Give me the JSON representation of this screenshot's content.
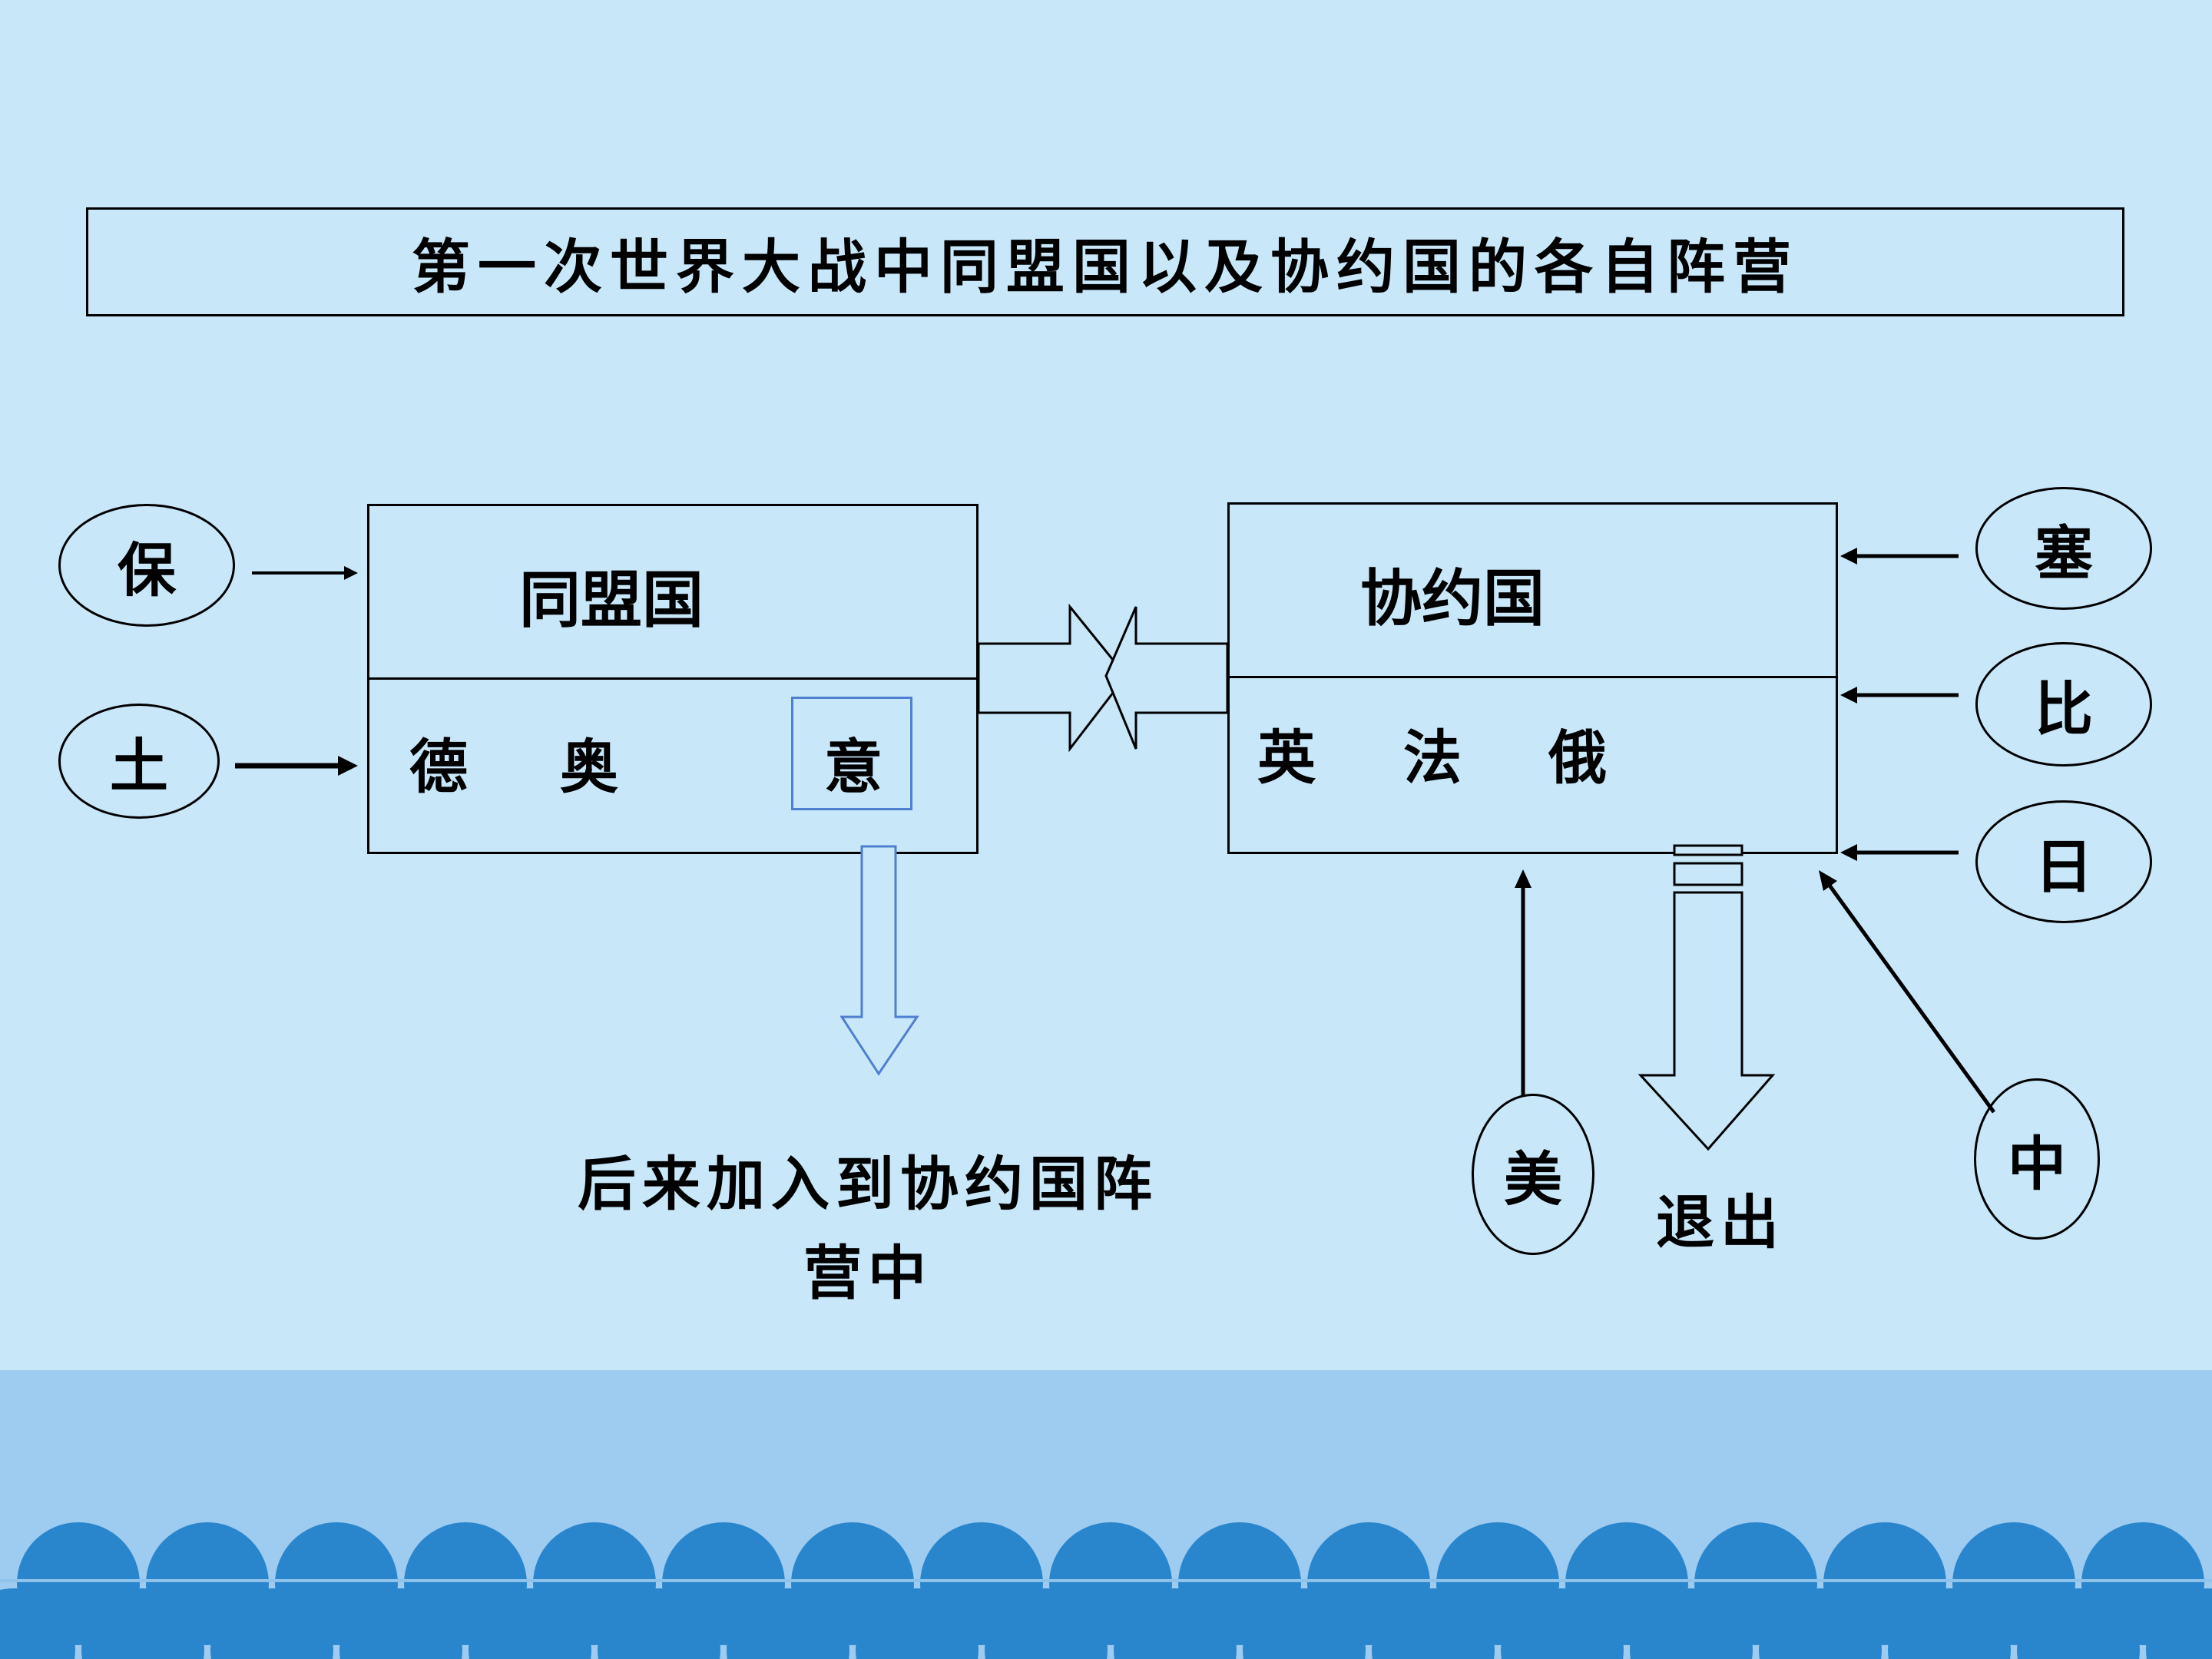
{
  "title": "第一次世界大战中同盟国以及协约国的各自阵营",
  "central_powers": {
    "label": "同盟国",
    "members": [
      "德",
      "奥",
      "意"
    ]
  },
  "entente": {
    "label": "协约国",
    "members": [
      "英",
      "法",
      "俄"
    ]
  },
  "joined_central": [
    "保",
    "土"
  ],
  "joined_entente": [
    "塞",
    "比",
    "日",
    "美",
    "中"
  ],
  "notes": {
    "italy_line1": "后来加入到协约国阵",
    "italy_line2": "营中",
    "exit": "退出"
  },
  "colors": {
    "background": "#c8e8fa",
    "band": "#9ecbf0",
    "scallop": "#2a86cc",
    "italy_highlight": "#4f7fcf"
  }
}
